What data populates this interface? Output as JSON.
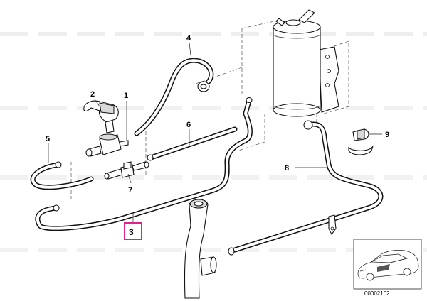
{
  "callouts": {
    "c1": "1",
    "c2": "2",
    "c3": "3",
    "c4": "4",
    "c5": "5",
    "c6": "6",
    "c7": "7",
    "c8": "8",
    "c9": "9"
  },
  "ref_number": "00002102",
  "colors": {
    "highlight": "#e0218a",
    "line": "#111111",
    "watermark": "#cfcfcf"
  }
}
